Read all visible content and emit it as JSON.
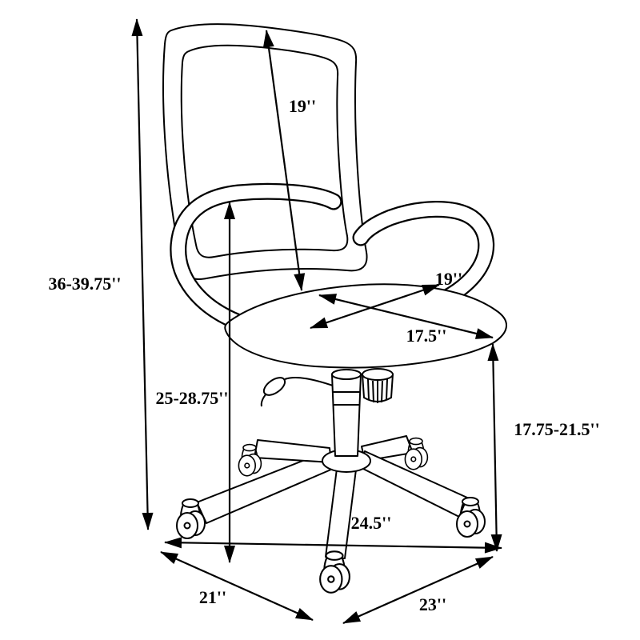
{
  "diagram": {
    "background": "#ffffff",
    "line_color": "#000000",
    "subject": "office-chair-dimension-drawing"
  },
  "dimensions": {
    "overall_height": {
      "label": "36-39.75''"
    },
    "back_height": {
      "label": "19''"
    },
    "seat_width": {
      "label": "19''"
    },
    "seat_depth": {
      "label": "17.5''"
    },
    "armrest_floor_height": {
      "label": "25-28.75''"
    },
    "seat_floor_height": {
      "label": "17.75-21.5''"
    },
    "base_width": {
      "label": "24.5''"
    },
    "base_depth_left": {
      "label": "21''"
    },
    "base_depth_right": {
      "label": "23''"
    }
  }
}
